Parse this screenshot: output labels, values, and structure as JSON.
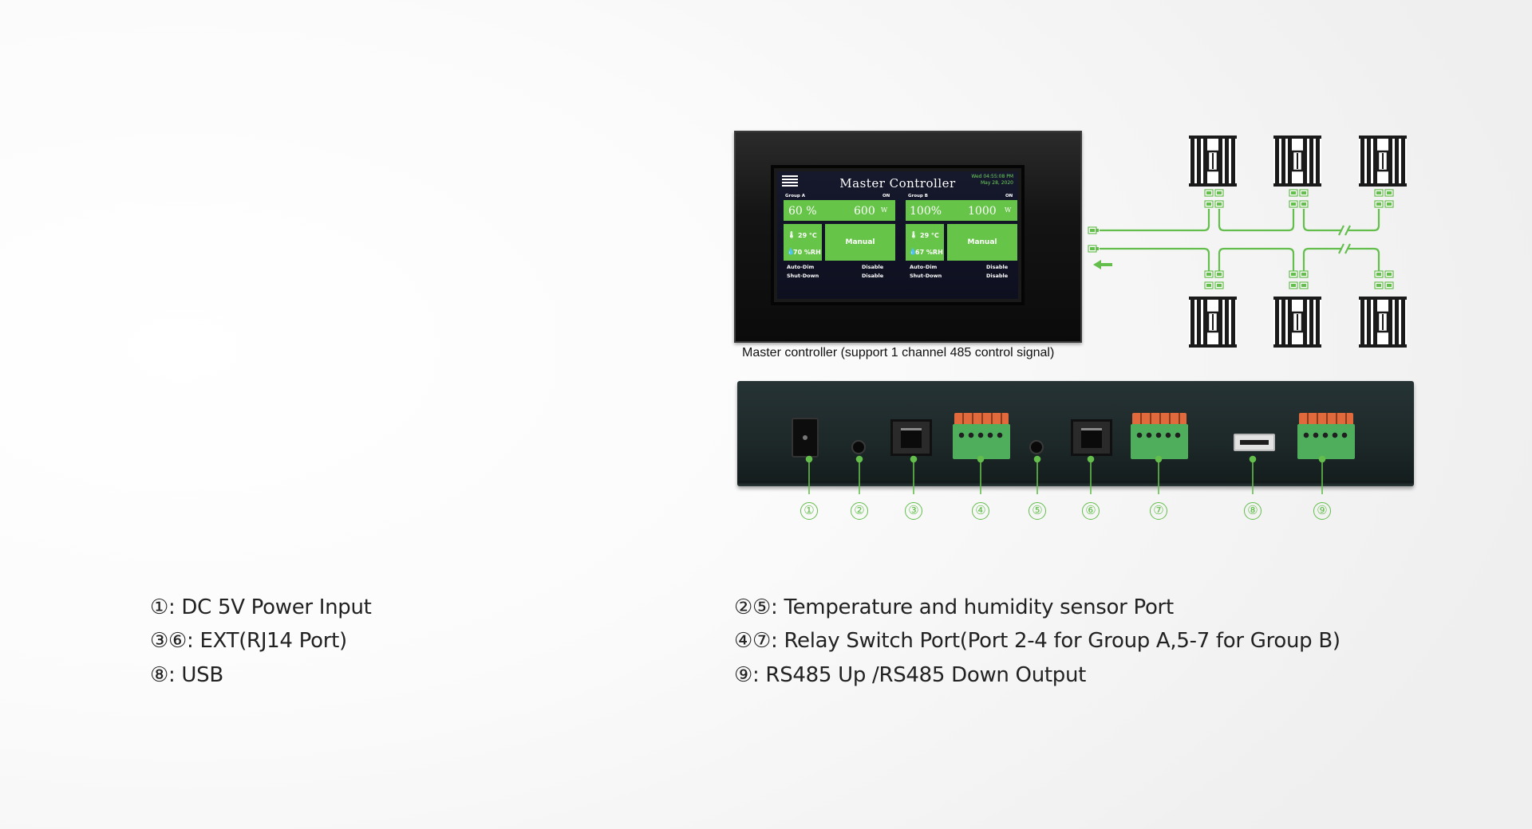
{
  "screen": {
    "title": "Master Controller",
    "datetime_line1": "Wed 04:55:08 PM",
    "datetime_line2": "May 28, 2020",
    "groups": [
      {
        "label": "Group A",
        "state": "ON",
        "percent": "60 %",
        "power": "600",
        "unit": "W",
        "temp": "29 °C",
        "humidity": "70 %RH",
        "mode": "Manual",
        "auto_dim_label": "Auto-Dim",
        "auto_dim_value": "Disable",
        "shut_down_label": "Shut-Down",
        "shut_down_value": "Disable"
      },
      {
        "label": "Group B",
        "state": "ON",
        "percent": "100%",
        "power": "1000",
        "unit": "W",
        "temp": "29 °C",
        "humidity": "67 %RH",
        "mode": "Manual",
        "auto_dim_label": "Auto-Dim",
        "auto_dim_value": "Disable",
        "shut_down_label": "Shut-Down",
        "shut_down_value": "Disable"
      }
    ]
  },
  "caption": "Master controller (support 1 channel 485 control signal)",
  "callouts": [
    "①",
    "②",
    "③",
    "④",
    "⑤",
    "⑥",
    "⑦",
    "⑧",
    "⑨"
  ],
  "legend": {
    "left": [
      "①: DC 5V Power Input",
      "③⑥: EXT(RJ14 Port)",
      "⑧: USB"
    ],
    "right": [
      "②⑤: Temperature and humidity sensor Port",
      "④⑦: Relay Switch Port(Port 2-4 for Group A,5-7 for Group B)",
      "⑨: RS485 Up /RS485 Down Output"
    ]
  },
  "colors": {
    "accent_green": "#64be4c",
    "screen_green": "#66c548",
    "terminal_orange": "#e06a3c"
  },
  "icons": [
    "menu-icon",
    "thermometer-icon",
    "droplet-icon",
    "arrow-left-icon",
    "grow-light-icon",
    "rj-connector-icon"
  ]
}
